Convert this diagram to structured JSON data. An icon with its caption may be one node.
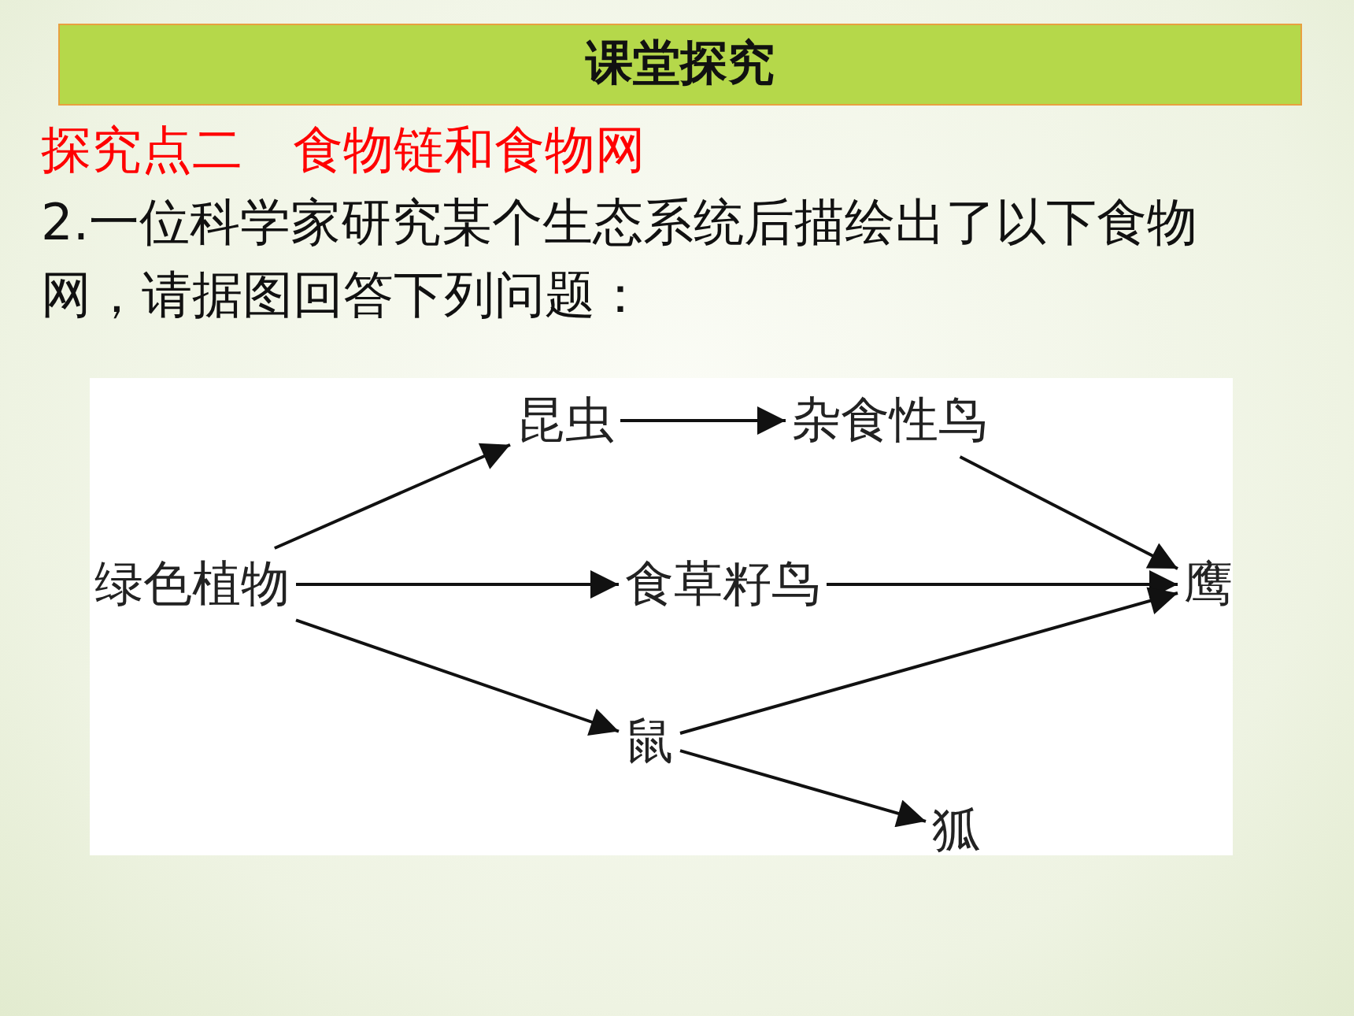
{
  "diagram": {
    "title": "课堂探究",
    "nodes": [
      {
        "text": [
          "绿色植物"
        ]
      },
      {
        "text": [
          "昆虫"
        ]
      },
      {
        "text": [
          "杂食性鸟"
        ]
      },
      {
        "text": [
          "食草籽鸟"
        ]
      },
      {
        "text": [
          "鹰"
        ]
      },
      {
        "text": [
          "鼠"
        ]
      },
      {
        "text": [
          "狐"
        ]
      }
    ],
    "edges": [
      {
        "from": 0,
        "to": 1,
        "arrow": "to"
      },
      {
        "from": 1,
        "to": 2,
        "arrow": "to"
      },
      {
        "from": 2,
        "to": 4,
        "arrow": "to"
      },
      {
        "from": 0,
        "to": 3,
        "arrow": "to"
      },
      {
        "from": 3,
        "to": 4,
        "arrow": "to"
      },
      {
        "from": 0,
        "to": 5,
        "arrow": "to"
      },
      {
        "from": 5,
        "to": 4,
        "arrow": "to"
      },
      {
        "from": 5,
        "to": 6,
        "arrow": "to"
      }
    ],
    "labels": [
      "探究点二　食物链和食物网",
      "2.一位科学家研究某个生态系统后描绘出了以下食物网，请据图回答下列问题："
    ]
  }
}
